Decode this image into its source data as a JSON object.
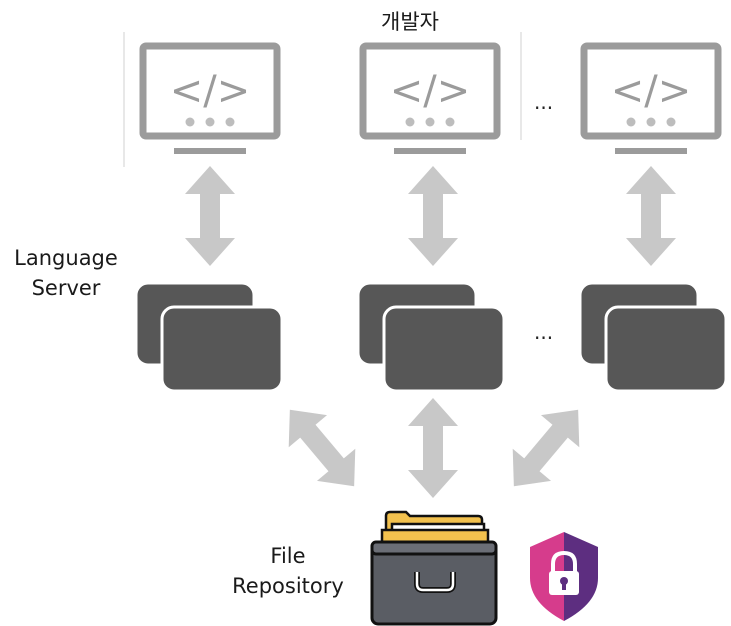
{
  "title": "개발자",
  "language_server_label_line1": "Language",
  "language_server_label_line2": "Server",
  "file_repository_label_line1": "File",
  "file_repository_label_line2": "Repository",
  "ellipsis_top": "...",
  "ellipsis_middle": "...",
  "monitor_symbol": "</>",
  "colors": {
    "monitor_outline": "#9b9b9b",
    "arrow": "#c8c8c8",
    "server_box": "#575757",
    "cabinet": "#5a5d64",
    "folder": "#f2c14e",
    "shield_left": "#d63c8c",
    "shield_right": "#5d2e80"
  },
  "icons": [
    "code-monitor-icon",
    "server-stack-icon",
    "file-cabinet-icon",
    "security-shield-icon"
  ]
}
